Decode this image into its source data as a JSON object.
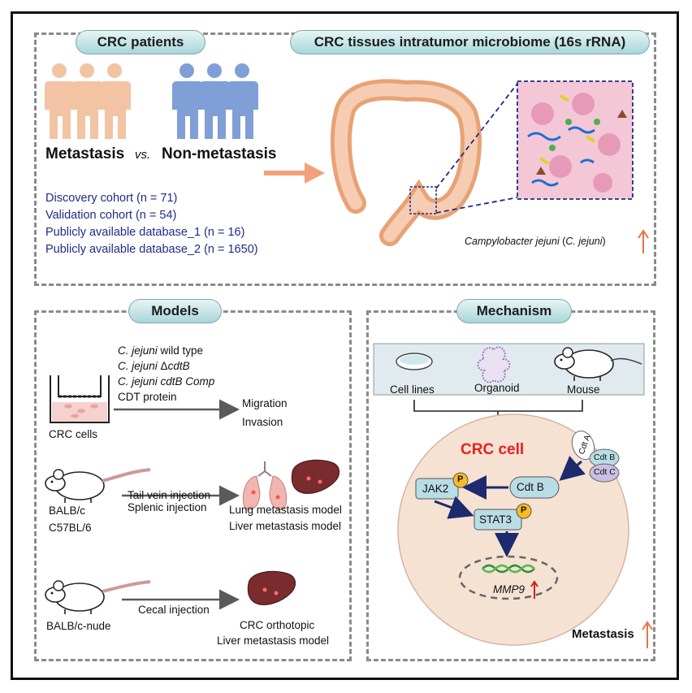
{
  "sections": {
    "patients_title": "CRC patients",
    "microbiome_title": "CRC tissues intratumor microbiome (16s rRNA)",
    "models_title": "Models",
    "mechanism_title": "Mechanism"
  },
  "patients": {
    "metastasis_label": "Metastasis",
    "vs_label": "vs.",
    "non_metastasis_label": "Non-metastasis",
    "cohorts": [
      "Discovery cohort (n = 71)",
      "Validation cohort  (n = 54)",
      "Publicly available database_1  (n = 16)",
      "Publicly available database_2  (n = 1650)"
    ]
  },
  "microbiome": {
    "finding_prefix": "Campylobacter jejuni",
    "finding_paren_open": " (",
    "finding_abbrev": "C. jejuni",
    "finding_paren_close": ")"
  },
  "models": {
    "strain_wt_species": "C. jejuni",
    "strain_wt_suffix": " wild type",
    "strain_del_species": "C. jejuni ",
    "strain_del_symbol": "Δ",
    "strain_del_gene": "cdtB",
    "strain_comp": "C. jejuni cdtB Comp",
    "strain_cdt": "CDT protein",
    "crc_cells_label": "CRC cells",
    "outcome_migration": "Migration",
    "outcome_invasion": "Invasion",
    "mouse1_strain_a": "BALB/c",
    "mouse1_strain_b": "C57BL/6",
    "injection_tail": "Tail vein injection",
    "injection_splenic": "Splenic injection",
    "model_lung": "Lung metastasis model",
    "model_liver": "Liver metastasis model",
    "mouse2_strain": "BALB/c-nude",
    "injection_cecal": "Cecal injection",
    "model_orthotopic": "CRC orthotopic",
    "model_liver2": "Liver metastasis model"
  },
  "mechanism": {
    "cell_lines_label": "Cell lines",
    "organoid_label": "Organoid",
    "mouse_label": "Mouse",
    "cell_title": "CRC cell",
    "cdt_a": "Cdt A",
    "cdt_b_toxin": "Cdt B",
    "cdt_c": "Cdt C",
    "cdt_b_internal": "Cdt B",
    "jak2": "JAK2",
    "stat3": "STAT3",
    "phospho": "P",
    "mmp9": "MMP9",
    "metastasis": "Metastasis"
  },
  "colors": {
    "metastasis_people": "#f2c4a4",
    "non_metastasis_people": "#7f9fd6",
    "cohort_text": "#1f2b88",
    "cell_fill": "#f5e2d3",
    "protein_fill": "#b9dde6",
    "phospho_fill": "#f7bb24",
    "crc_cell_title": "#e8211d",
    "up_arrow": "#e8734a",
    "signal_arrow": "#1d2a6e"
  },
  "icons": [
    "person-icon",
    "colon-icon",
    "microbiome-zoom-icon",
    "transwell-icon",
    "mouse-icon",
    "lung-icon",
    "liver-icon",
    "petri-dish-icon",
    "organoid-icon",
    "dna-helix-icon",
    "up-arrow-icon"
  ]
}
